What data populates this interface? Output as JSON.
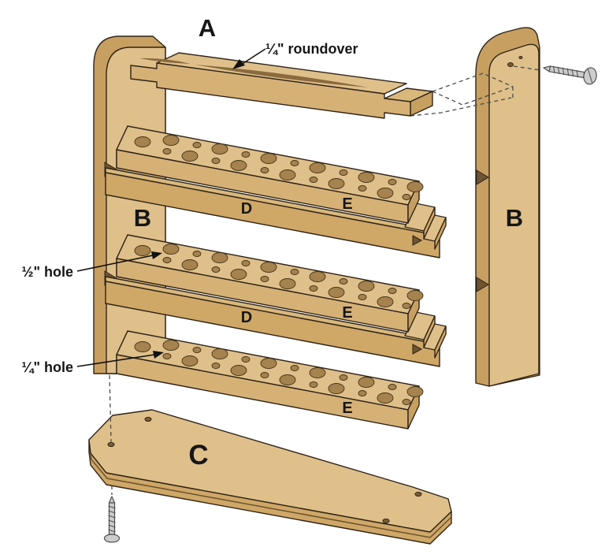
{
  "diagram_type": "exploded-assembly-drawing",
  "labels": {
    "a": "A",
    "b_left": "B",
    "b_right": "B",
    "c": "C",
    "d_shelf1": "D",
    "e_shelf1": "E",
    "d_shelf2": "D",
    "e_shelf2": "E",
    "e_shelf3": "E"
  },
  "annotations": {
    "roundover": "¼\" roundover",
    "half_hole": "½\" hole",
    "quarter_hole": "¼\" hole"
  },
  "hole_sizes": {
    "big": "½\"",
    "small": "¼\""
  },
  "colors": {
    "wood_top": "#dfc08a",
    "wood_front": "#d6b176",
    "wood_side": "#c79f60",
    "wood_strip": "#d9b87c",
    "wood_mid": "#cfa767",
    "outline": "#2f2418",
    "hole_fill": "#a5824e",
    "hole_stroke": "#453519",
    "groove": "#8a6a3e",
    "screw_fill": "#cdcdcd",
    "screw_stroke": "#4f4f4f",
    "label_color": "#161616"
  },
  "holes": {
    "big_rx": 10,
    "big_ry": 6.5,
    "small_rx": 5,
    "small_ry": 3.5,
    "shelf_offsets": [
      0,
      138,
      260
    ],
    "points": [
      [
        181,
        180,
        "b"
      ],
      [
        217,
        178,
        "b"
      ],
      [
        212,
        192,
        "s"
      ],
      [
        250,
        184,
        "s"
      ],
      [
        241,
        198,
        "b"
      ],
      [
        279,
        189,
        "b"
      ],
      [
        274,
        204,
        "s"
      ],
      [
        312,
        196,
        "s"
      ],
      [
        303,
        210,
        "b"
      ],
      [
        341,
        201,
        "b"
      ],
      [
        336,
        216,
        "s"
      ],
      [
        374,
        207,
        "s"
      ],
      [
        365,
        222,
        "b"
      ],
      [
        403,
        213,
        "b"
      ],
      [
        398,
        228,
        "s"
      ],
      [
        436,
        219,
        "s"
      ],
      [
        427,
        233,
        "b"
      ],
      [
        465,
        225,
        "b"
      ],
      [
        460,
        239,
        "s"
      ],
      [
        498,
        231,
        "s"
      ],
      [
        489,
        245,
        "b"
      ],
      [
        527,
        237,
        "b"
      ],
      [
        516,
        250,
        "s"
      ]
    ]
  }
}
